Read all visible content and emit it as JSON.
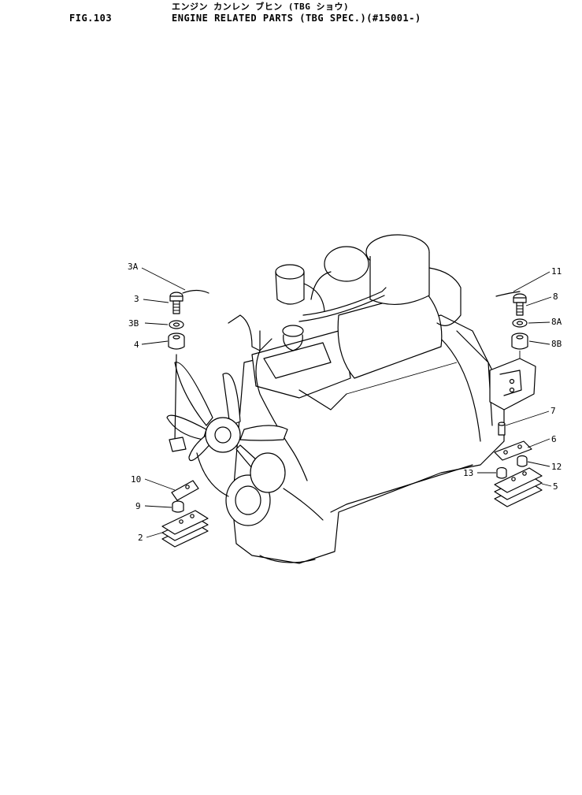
{
  "header": {
    "figure_no": "FIG.103",
    "title_jp": "エンジン カンレン ブヒン (TBG ショウ)",
    "title_en": "ENGINE RELATED PARTS (TBG SPEC.)(#15001-)"
  },
  "callouts": {
    "c3A": "3A",
    "c3": "3",
    "c3B": "3B",
    "c4": "4",
    "c10": "10",
    "c9": "9",
    "c2": "2",
    "c11": "11",
    "c8": "8",
    "c8A": "8A",
    "c8B": "8B",
    "c7": "7",
    "c6": "6",
    "c12": "12",
    "c13": "13",
    "c5": "5"
  }
}
